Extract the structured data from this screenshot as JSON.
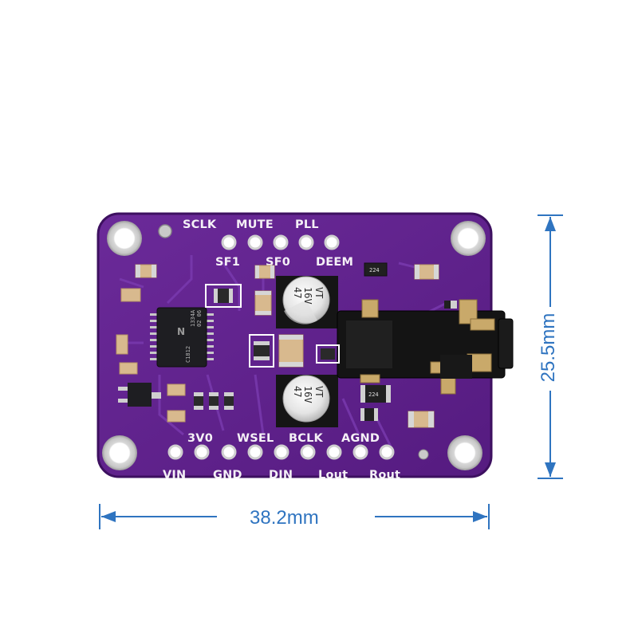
{
  "board": {
    "top_labels": [
      "SCLK",
      "MUTE",
      "PLL"
    ],
    "second_labels": [
      "SF1",
      "SF0",
      "DEEM"
    ],
    "bottom_upper_labels": [
      "3V0",
      "WSEL",
      "BCLK",
      "AGND"
    ],
    "bottom_lower_labels": [
      "VIN",
      "GND",
      "DIN",
      "Lout",
      "Rout"
    ],
    "chip_marking": [
      "1334A",
      "02 06",
      "C1812"
    ],
    "capacitor_marking": [
      "47",
      "16V",
      "VT"
    ],
    "smd_markings": [
      "224",
      "224"
    ]
  },
  "dimensions": {
    "width": "38.2mm",
    "height": "25.5mm",
    "color": "#2f74c0"
  },
  "colors": {
    "pcb": "#5e1f8a",
    "pcb_edge": "#3d1060",
    "silkscreen": "#f4f0f6"
  }
}
